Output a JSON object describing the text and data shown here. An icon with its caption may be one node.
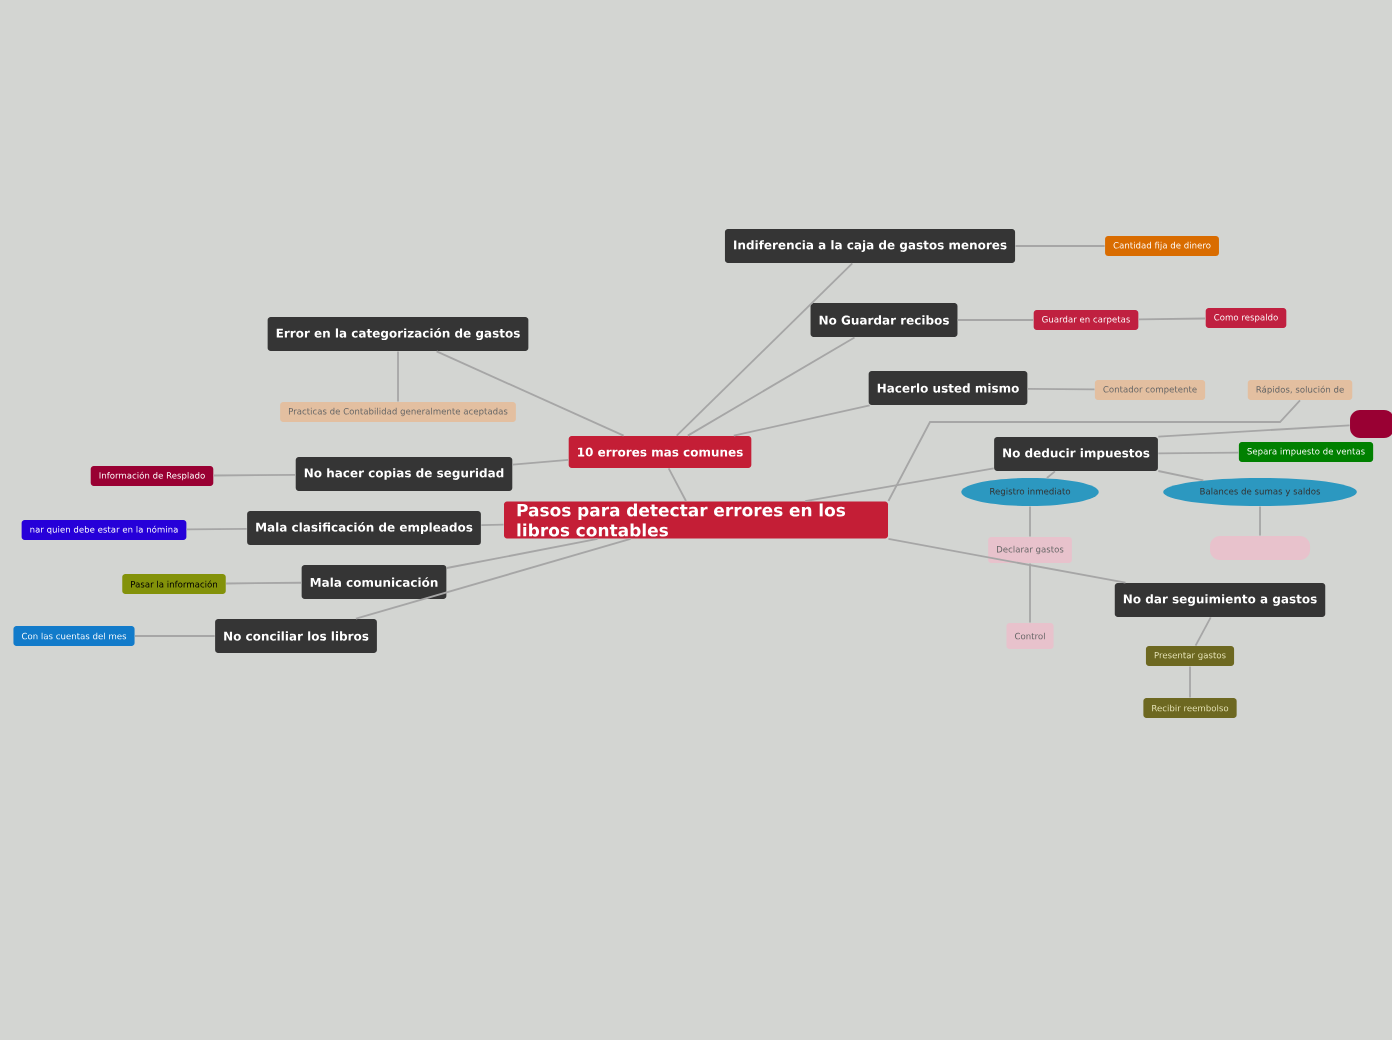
{
  "diagram": {
    "nodes": [
      {
        "text": [
          "Pasos para detectar errores en los libros contables"
        ]
      },
      {
        "text": [
          "10 errores mas comunes"
        ]
      },
      {
        "text": [
          "Indiferencia a la caja de gastos menores"
        ]
      },
      {
        "text": [
          "Cantidad fija de dinero"
        ]
      },
      {
        "text": [
          "Error en la categorización de gastos"
        ]
      },
      {
        "text": [
          "Practicas de Contabilidad generalmente aceptadas"
        ]
      },
      {
        "text": [
          "No Guardar recibos"
        ]
      },
      {
        "text": [
          "Guardar en carpetas"
        ]
      },
      {
        "text": [
          "Como respaldo"
        ]
      },
      {
        "text": [
          "Hacerlo usted mismo"
        ]
      },
      {
        "text": [
          "Contador competente"
        ]
      },
      {
        "text": [
          "Rápidos, solución de"
        ]
      },
      {
        "text": [],
        "shape": "box"
      },
      {
        "text": [
          "No deducir impuestos"
        ]
      },
      {
        "text": [
          "Registro inmediato"
        ]
      },
      {
        "text": [
          "Balances de sumas y saldos"
        ]
      },
      {
        "text": [
          "Separa impuesto de ventas"
        ]
      },
      {
        "text": [
          "Declarar gastos"
        ]
      },
      {
        "text": [
          "Control"
        ]
      },
      {
        "text": [],
        "shape": "box"
      },
      {
        "text": [
          "No dar seguimiento a gastos"
        ]
      },
      {
        "text": [
          "Presentar gastos"
        ]
      },
      {
        "text": [
          "Recibir reembolso"
        ]
      },
      {
        "text": [
          "No hacer copias de seguridad"
        ]
      },
      {
        "text": [
          "Información de Resplado"
        ]
      },
      {
        "text": [
          "Mala clasificación de empleados"
        ]
      },
      {
        "text": [
          "nar quien debe estar en la nómina"
        ]
      },
      {
        "text": [
          "Mala comunicación"
        ]
      },
      {
        "text": [
          "Pasar la información"
        ]
      },
      {
        "text": [
          "No conciliar los libros"
        ]
      },
      {
        "text": [
          "Con las cuentas del mes"
        ]
      }
    ],
    "edges": [
      {
        "from": 0,
        "to": 1,
        "arrow": "none"
      },
      {
        "from": 1,
        "to": 2,
        "arrow": "none"
      },
      {
        "from": 2,
        "to": 3,
        "arrow": "none"
      },
      {
        "from": 1,
        "to": 4,
        "arrow": "none"
      },
      {
        "from": 4,
        "to": 5,
        "arrow": "none"
      },
      {
        "from": 1,
        "to": 6,
        "arrow": "none"
      },
      {
        "from": 6,
        "to": 7,
        "arrow": "none"
      },
      {
        "from": 7,
        "to": 8,
        "arrow": "none"
      },
      {
        "from": 1,
        "to": 9,
        "arrow": "none"
      },
      {
        "from": 9,
        "to": 10,
        "arrow": "none"
      },
      {
        "from": 0,
        "to": 11,
        "arrow": "none"
      },
      {
        "from": 13,
        "to": 12,
        "arrow": "none"
      },
      {
        "from": 0,
        "to": 13,
        "arrow": "none"
      },
      {
        "from": 13,
        "to": 14,
        "arrow": "none"
      },
      {
        "from": 13,
        "to": 15,
        "arrow": "none"
      },
      {
        "from": 13,
        "to": 16,
        "arrow": "none"
      },
      {
        "from": 14,
        "to": 17,
        "arrow": "none"
      },
      {
        "from": 17,
        "to": 18,
        "arrow": "none"
      },
      {
        "from": 15,
        "to": 19,
        "arrow": "none"
      },
      {
        "from": 0,
        "to": 20,
        "arrow": "none"
      },
      {
        "from": 20,
        "to": 21,
        "arrow": "none"
      },
      {
        "from": 21,
        "to": 22,
        "arrow": "none"
      },
      {
        "from": 1,
        "to": 23,
        "arrow": "none"
      },
      {
        "from": 23,
        "to": 24,
        "arrow": "none"
      },
      {
        "from": 0,
        "to": 25,
        "arrow": "none"
      },
      {
        "from": 25,
        "to": 26,
        "arrow": "none"
      },
      {
        "from": 0,
        "to": 27,
        "arrow": "none"
      },
      {
        "from": 27,
        "to": 28,
        "arrow": "none"
      },
      {
        "from": 0,
        "to": 29,
        "arrow": "none"
      },
      {
        "from": 29,
        "to": 30,
        "arrow": "none"
      }
    ]
  }
}
